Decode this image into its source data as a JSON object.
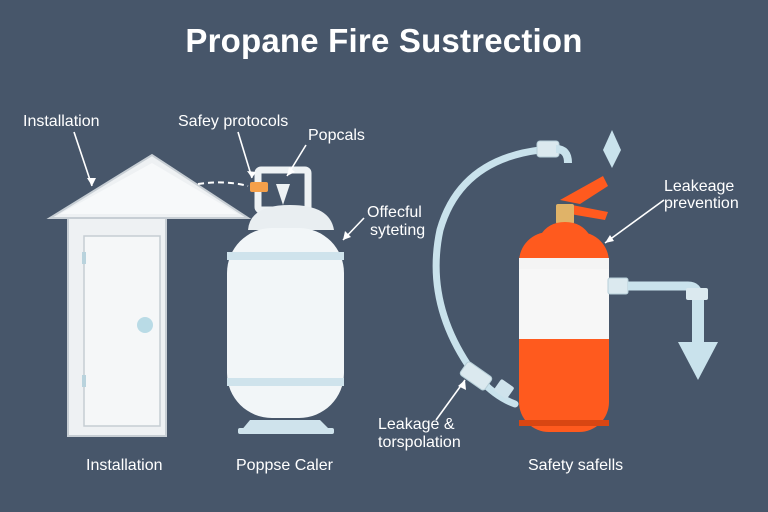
{
  "title": "Propane Fire Sustrection",
  "labels": {
    "installation_top": "Installation",
    "safety_protocols": "Safey protocols",
    "popcals": "Popcals",
    "offecful": "Offecful",
    "syteting": "syteting",
    "leakeage": "Leakeage",
    "prevention": "prevention",
    "leakage_and": "Leakage &",
    "torspolation": "torspolation",
    "installation_bottom": "Installation",
    "poppse_caler": "Poppse Caler",
    "safety_safells": "Safety safells"
  },
  "colors": {
    "background": "#47566a",
    "tank_white": "#f2f6f8",
    "tank_band": "#cfe3ec",
    "extinguisher_orange": "#ff5a1e",
    "hose": "#c9e2ec",
    "house": "#eef1f3"
  }
}
